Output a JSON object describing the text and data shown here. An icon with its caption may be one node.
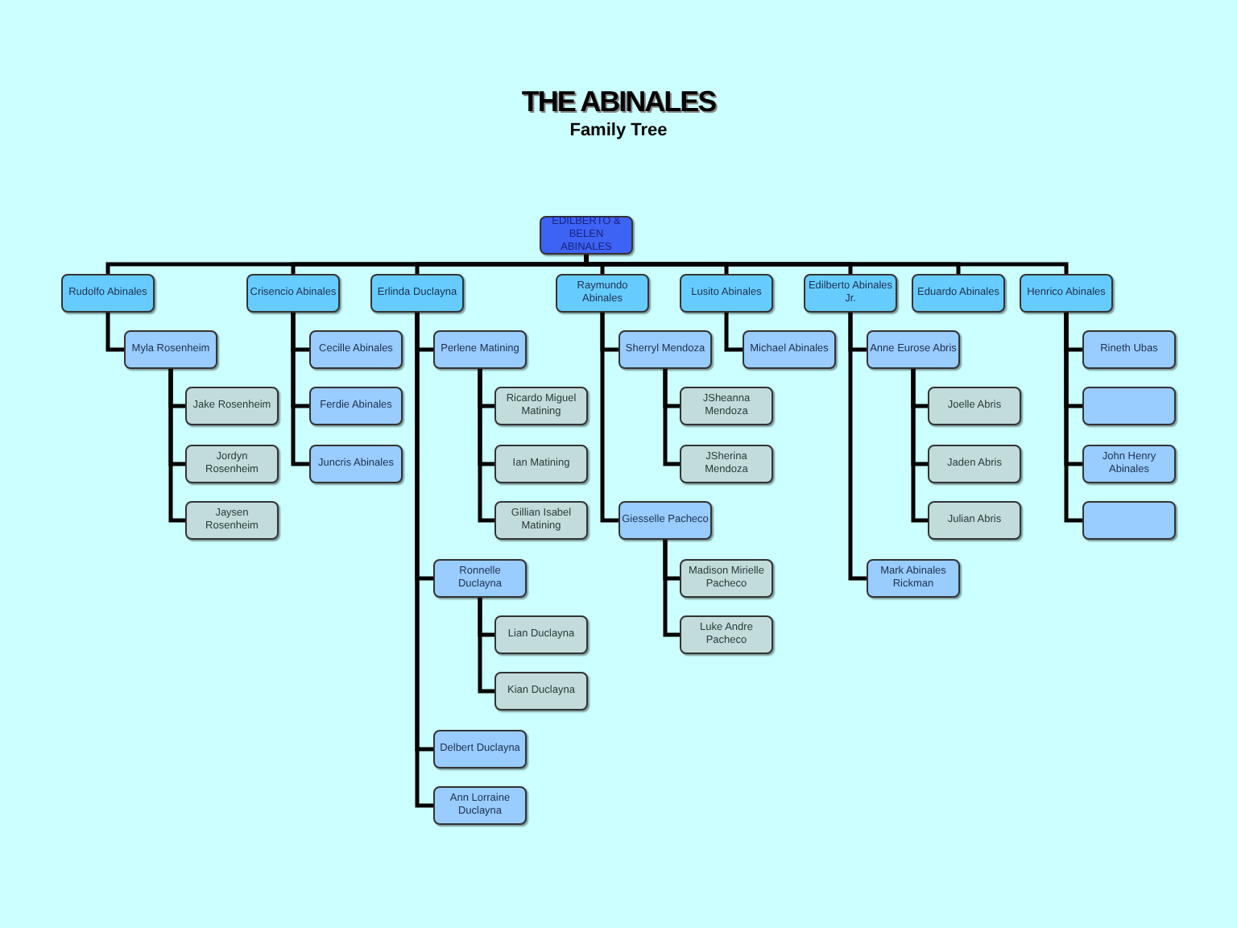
{
  "diagram": {
    "title": "THE ABINALES",
    "labels": [
      "Family Tree"
    ],
    "nodes": [
      {
        "text": [
          "EDILBERTO & BELEN ABINALES"
        ]
      },
      {
        "text": [
          "Rudolfo Abinales"
        ]
      },
      {
        "text": [
          "Myla Rosenheim"
        ]
      },
      {
        "text": [
          "Jake Rosenheim"
        ]
      },
      {
        "text": [
          "Jordyn Rosenheim"
        ]
      },
      {
        "text": [
          "Jaysen Rosenheim"
        ]
      },
      {
        "text": [
          "Crisencio Abinales"
        ]
      },
      {
        "text": [
          "Cecille Abinales"
        ]
      },
      {
        "text": [
          "Ferdie Abinales"
        ]
      },
      {
        "text": [
          "Juncris Abinales"
        ]
      },
      {
        "text": [
          "Erlinda Duclayna"
        ]
      },
      {
        "text": [
          "Perlene Matining"
        ]
      },
      {
        "text": [
          "Ricardo Miguel Matining"
        ]
      },
      {
        "text": [
          "Ian Matining"
        ]
      },
      {
        "text": [
          "Gillian Isabel Matining"
        ]
      },
      {
        "text": [
          "Ronnelle Duclayna"
        ]
      },
      {
        "text": [
          "Lian Duclayna"
        ]
      },
      {
        "text": [
          "Kian Duclayna"
        ]
      },
      {
        "text": [
          "Delbert Duclayna"
        ]
      },
      {
        "text": [
          "Ann Lorraine Duclayna"
        ]
      },
      {
        "text": [
          "Raymundo Abinales"
        ]
      },
      {
        "text": [
          "Sherryl Mendoza"
        ]
      },
      {
        "text": [
          "JSheanna Mendoza"
        ]
      },
      {
        "text": [
          "JSherina Mendoza"
        ]
      },
      {
        "text": [
          "Giesselle Pacheco"
        ]
      },
      {
        "text": [
          "Madison Mirielle Pacheco"
        ]
      },
      {
        "text": [
          "Luke Andre Pacheco"
        ]
      },
      {
        "text": [
          "Lusito Abinales"
        ]
      },
      {
        "text": [
          "Michael Abinales"
        ]
      },
      {
        "text": [
          "Edilberto Abinales Jr."
        ]
      },
      {
        "text": [
          "Anne Eurose Abris"
        ]
      },
      {
        "text": [
          "Joelle Abris"
        ]
      },
      {
        "text": [
          "Jaden Abris"
        ]
      },
      {
        "text": [
          "Julian Abris"
        ]
      },
      {
        "text": [
          "Mark Abinales Rickman"
        ]
      },
      {
        "text": [
          "Eduardo Abinales"
        ]
      },
      {
        "text": [
          "Henrico Abinales"
        ]
      },
      {
        "text": [
          "Rineth Ubas"
        ]
      },
      {
        "text": [],
        "shape": "box"
      },
      {
        "text": [
          "John Henry Abinales"
        ]
      },
      {
        "text": [],
        "shape": "box"
      }
    ],
    "edges": [
      {
        "from": 0,
        "to": 1,
        "arrow": "none"
      },
      {
        "from": 0,
        "to": 6,
        "arrow": "none"
      },
      {
        "from": 0,
        "to": 10,
        "arrow": "none"
      },
      {
        "from": 0,
        "to": 20,
        "arrow": "none"
      },
      {
        "from": 0,
        "to": 27,
        "arrow": "none"
      },
      {
        "from": 0,
        "to": 29,
        "arrow": "none"
      },
      {
        "from": 0,
        "to": 35,
        "arrow": "none"
      },
      {
        "from": 0,
        "to": 36,
        "arrow": "none"
      },
      {
        "from": 1,
        "to": 2,
        "arrow": "none"
      },
      {
        "from": 2,
        "to": 3,
        "arrow": "none"
      },
      {
        "from": 2,
        "to": 4,
        "arrow": "none"
      },
      {
        "from": 2,
        "to": 5,
        "arrow": "none"
      },
      {
        "from": 6,
        "to": 7,
        "arrow": "none"
      },
      {
        "from": 6,
        "to": 8,
        "arrow": "none"
      },
      {
        "from": 6,
        "to": 9,
        "arrow": "none"
      },
      {
        "from": 10,
        "to": 11,
        "arrow": "none"
      },
      {
        "from": 11,
        "to": 12,
        "arrow": "none"
      },
      {
        "from": 11,
        "to": 13,
        "arrow": "none"
      },
      {
        "from": 11,
        "to": 14,
        "arrow": "none"
      },
      {
        "from": 10,
        "to": 15,
        "arrow": "none"
      },
      {
        "from": 15,
        "to": 16,
        "arrow": "none"
      },
      {
        "from": 15,
        "to": 17,
        "arrow": "none"
      },
      {
        "from": 10,
        "to": 18,
        "arrow": "none"
      },
      {
        "from": 10,
        "to": 19,
        "arrow": "none"
      },
      {
        "from": 20,
        "to": 21,
        "arrow": "none"
      },
      {
        "from": 21,
        "to": 22,
        "arrow": "none"
      },
      {
        "from": 21,
        "to": 23,
        "arrow": "none"
      },
      {
        "from": 20,
        "to": 24,
        "arrow": "none"
      },
      {
        "from": 24,
        "to": 25,
        "arrow": "none"
      },
      {
        "from": 24,
        "to": 26,
        "arrow": "none"
      },
      {
        "from": 27,
        "to": 28,
        "arrow": "none"
      },
      {
        "from": 29,
        "to": 30,
        "arrow": "none"
      },
      {
        "from": 30,
        "to": 31,
        "arrow": "none"
      },
      {
        "from": 30,
        "to": 32,
        "arrow": "none"
      },
      {
        "from": 30,
        "to": 33,
        "arrow": "none"
      },
      {
        "from": 29,
        "to": 34,
        "arrow": "none"
      },
      {
        "from": 36,
        "to": 37,
        "arrow": "none"
      },
      {
        "from": 36,
        "to": 38,
        "arrow": "none"
      },
      {
        "from": 36,
        "to": 39,
        "arrow": "none"
      },
      {
        "from": 36,
        "to": 40,
        "arrow": "none"
      }
    ]
  }
}
